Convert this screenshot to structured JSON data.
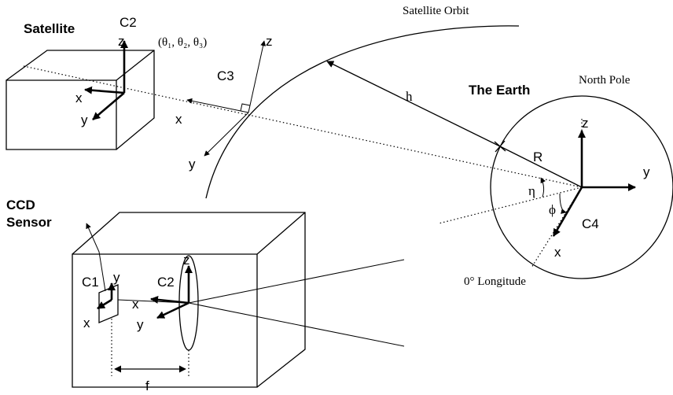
{
  "labels": {
    "satellite_title": "Satellite",
    "satellite_frame": "C2",
    "sat_z": "z",
    "sat_x": "x",
    "sat_y": "y",
    "angles": "(θ₁, θ₂, θ₃)",
    "c3": "C3",
    "c3_z": "z",
    "c3_x": "x",
    "c3_y": "y",
    "orbit": "Satellite Orbit",
    "h": "h",
    "earth_title": "The Earth",
    "north_pole": "North Pole",
    "R": "R",
    "earth_z": "z",
    "earth_y": "y",
    "eta": "η",
    "phi": "ϕ",
    "c4": "C4",
    "earth_x": "x",
    "longitude": "0° Longitude",
    "ccd_line1": "CCD",
    "ccd_line2": "Sensor",
    "c1": "C1",
    "ccd_y": "y",
    "ccd_x": "x",
    "cam_c2": "C2",
    "cam_z": "z",
    "cam_x": "x",
    "cam_y": "y",
    "f": "f"
  }
}
